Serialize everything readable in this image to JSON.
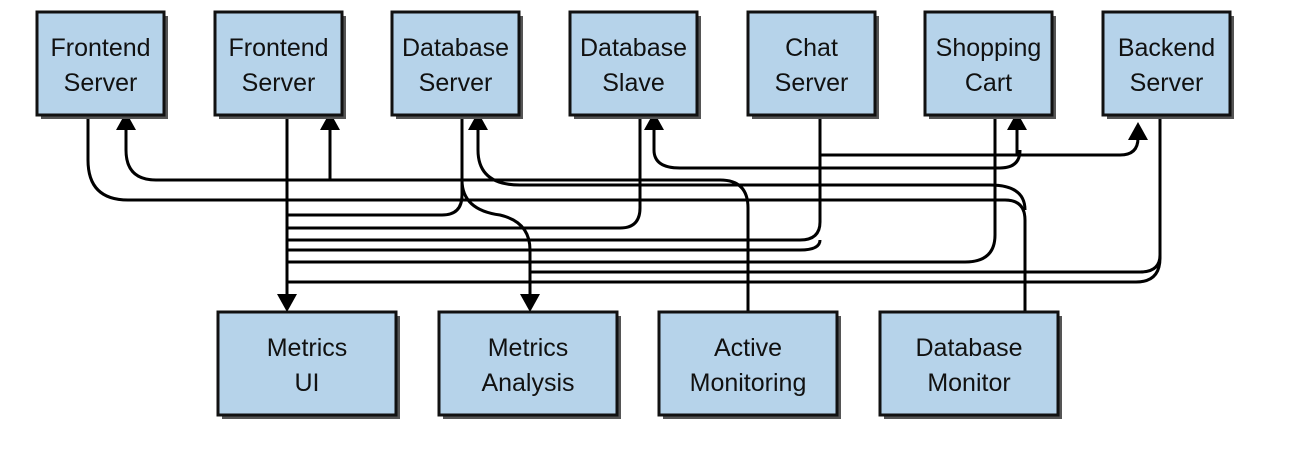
{
  "diagram": {
    "top_nodes": [
      {
        "id": "frontend-server-1",
        "line1": "Frontend",
        "line2": "Server"
      },
      {
        "id": "frontend-server-2",
        "line1": "Frontend",
        "line2": "Server"
      },
      {
        "id": "database-server",
        "line1": "Database",
        "line2": "Server"
      },
      {
        "id": "database-slave",
        "line1": "Database",
        "line2": "Slave"
      },
      {
        "id": "chat-server",
        "line1": "Chat",
        "line2": "Server"
      },
      {
        "id": "shopping-cart",
        "line1": "Shopping",
        "line2": "Cart"
      },
      {
        "id": "backend-server",
        "line1": "Backend",
        "line2": "Server"
      }
    ],
    "bottom_nodes": [
      {
        "id": "metrics-ui",
        "line1": "Metrics",
        "line2": "UI"
      },
      {
        "id": "metrics-analysis",
        "line1": "Metrics",
        "line2": "Analysis"
      },
      {
        "id": "active-monitoring",
        "line1": "Active",
        "line2": "Monitoring"
      },
      {
        "id": "database-monitor",
        "line1": "Database",
        "line2": "Monitor"
      }
    ],
    "colors": {
      "box_fill": "#b6d3ea",
      "box_border": "#111111",
      "line": "#000000"
    }
  }
}
